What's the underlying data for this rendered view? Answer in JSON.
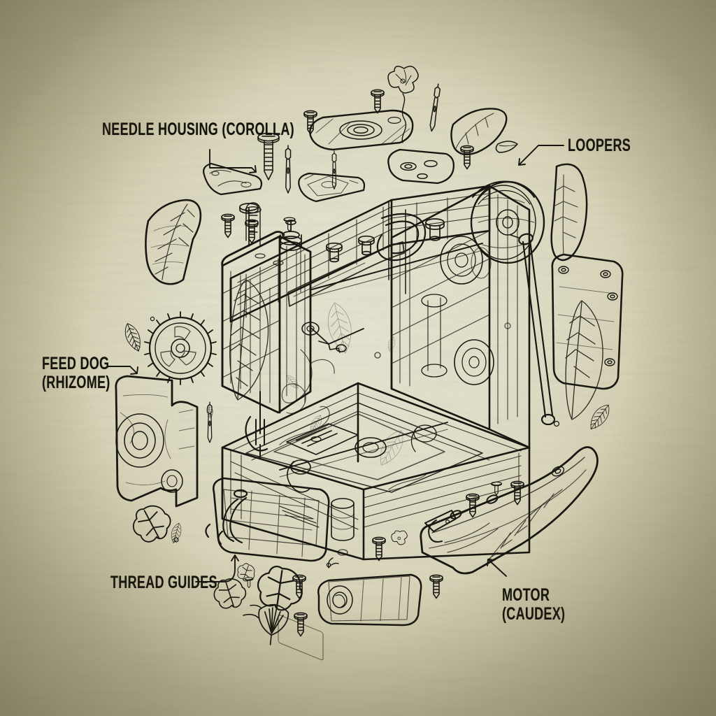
{
  "illustration": {
    "title": "Exploded view — sewing machine with botanical fusion",
    "style": "vintage technical ink illustration on aged paper",
    "ink_color": "#1a1712",
    "paper_color": "#e9e6d0",
    "paper_edge_color": "#b5b294"
  },
  "labels": [
    {
      "id": "needle-housing",
      "line1": "NEEDLE HOUSING (COROLLA)",
      "line2": ""
    },
    {
      "id": "loopers",
      "line1": "LOOPERS",
      "line2": ""
    },
    {
      "id": "feed-dog",
      "line1": "FEED DOG",
      "line2": "(RHIZOME)"
    },
    {
      "id": "thread-guides",
      "line1": "THREAD GUIDES",
      "line2": ""
    },
    {
      "id": "motor",
      "line1": "MOTOR",
      "line2": "(CAUDEX)"
    }
  ],
  "parts": {
    "main_body": "sewing machine head and bed, cutaway with internal shafts",
    "handwheel": "handwheel with drive linkage rod",
    "gear": "spur gear, 26 teeth",
    "feed_dog_bracket": "bracket with concentric bearing boss",
    "side_cover": "rounded cover plate with bolt holes",
    "motor_cover": "long curved trough cover",
    "fasteners": "slotted round-head screws, needles, rivets",
    "botanical": "leaves, flower with curling stem, ivy and ginkgo leaflets"
  }
}
